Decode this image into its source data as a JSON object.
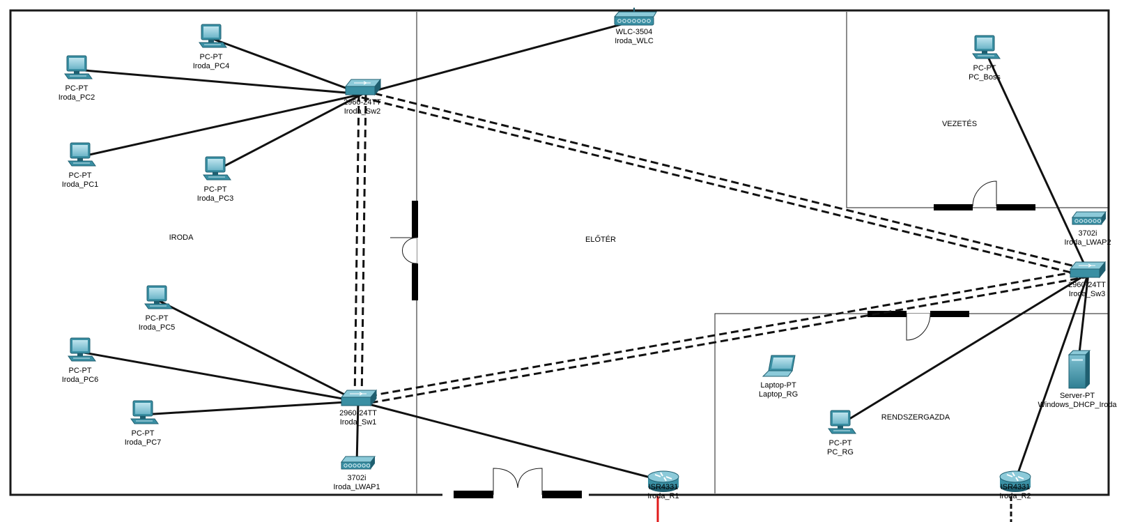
{
  "rooms": [
    {
      "id": "iroda",
      "label": "IRODA"
    },
    {
      "id": "eloter",
      "label": "ELŐTÉR"
    },
    {
      "id": "vezetes",
      "label": "VEZETÉS"
    },
    {
      "id": "rendszergazda",
      "label": "RENDSZERGAZDA"
    }
  ],
  "devices": [
    {
      "id": "pc4",
      "type": "pc",
      "model": "PC-PT",
      "name": "Iroda_PC4"
    },
    {
      "id": "pc2",
      "type": "pc",
      "model": "PC-PT",
      "name": "Iroda_PC2"
    },
    {
      "id": "pc1",
      "type": "pc",
      "model": "PC-PT",
      "name": "Iroda_PC1"
    },
    {
      "id": "pc3",
      "type": "pc",
      "model": "PC-PT",
      "name": "Iroda_PC3"
    },
    {
      "id": "pc5",
      "type": "pc",
      "model": "PC-PT",
      "name": "Iroda_PC5"
    },
    {
      "id": "pc6",
      "type": "pc",
      "model": "PC-PT",
      "name": "Iroda_PC6"
    },
    {
      "id": "pc7",
      "type": "pc",
      "model": "PC-PT",
      "name": "Iroda_PC7"
    },
    {
      "id": "sw2",
      "type": "switch",
      "model": "2960-24TT",
      "name": "Iroda_Sw2"
    },
    {
      "id": "sw1",
      "type": "switch",
      "model": "2960-24TT",
      "name": "Iroda_Sw1"
    },
    {
      "id": "sw3",
      "type": "switch",
      "model": "2960-24TT",
      "name": "Iroda_Sw3"
    },
    {
      "id": "wlc",
      "type": "wlc",
      "model": "WLC-3504",
      "name": "Iroda_WLC"
    },
    {
      "id": "lwap1",
      "type": "ap",
      "model": "3702i",
      "name": "Iroda_LWAP1"
    },
    {
      "id": "lwap2",
      "type": "ap",
      "model": "3702i",
      "name": "Iroda_LWAP2"
    },
    {
      "id": "boss",
      "type": "pc",
      "model": "PC-PT",
      "name": "PC_Boss"
    },
    {
      "id": "laptop",
      "type": "laptop",
      "model": "Laptop-PT",
      "name": "Laptop_RG"
    },
    {
      "id": "pcrg",
      "type": "pc",
      "model": "PC-PT",
      "name": "PC_RG"
    },
    {
      "id": "server",
      "type": "server",
      "model": "Server-PT",
      "name": "Windows_DHCP_Iroda"
    },
    {
      "id": "r1",
      "type": "router",
      "model": "ISR4331",
      "name": "Iroda_R1"
    },
    {
      "id": "r2",
      "type": "router",
      "model": "ISR4331",
      "name": "Iroda_R2"
    }
  ],
  "links": [
    {
      "a": "pc4",
      "b": "sw2",
      "style": "copper"
    },
    {
      "a": "pc2",
      "b": "sw2",
      "style": "copper"
    },
    {
      "a": "pc1",
      "b": "sw2",
      "style": "copper"
    },
    {
      "a": "pc3",
      "b": "sw2",
      "style": "copper"
    },
    {
      "a": "wlc",
      "b": "sw2",
      "style": "copper"
    },
    {
      "a": "pc5",
      "b": "sw1",
      "style": "copper"
    },
    {
      "a": "pc6",
      "b": "sw1",
      "style": "copper"
    },
    {
      "a": "pc7",
      "b": "sw1",
      "style": "copper"
    },
    {
      "a": "lwap1",
      "b": "sw1",
      "style": "copper"
    },
    {
      "a": "sw1",
      "b": "r1",
      "style": "copper"
    },
    {
      "a": "sw2",
      "b": "sw1",
      "style": "crossover-double"
    },
    {
      "a": "sw2",
      "b": "sw3",
      "style": "crossover-double"
    },
    {
      "a": "sw1",
      "b": "sw3",
      "style": "crossover-double"
    },
    {
      "a": "boss",
      "b": "sw3",
      "style": "copper"
    },
    {
      "a": "pcrg",
      "b": "sw3",
      "style": "copper"
    },
    {
      "a": "server",
      "b": "sw3",
      "style": "copper"
    },
    {
      "a": "r2",
      "b": "sw3",
      "style": "copper"
    }
  ],
  "colors": {
    "device": "#3a8fa3",
    "device_dark": "#1f5f70",
    "outline": "#1a1a1a",
    "wan_link": "#e11b1b"
  }
}
